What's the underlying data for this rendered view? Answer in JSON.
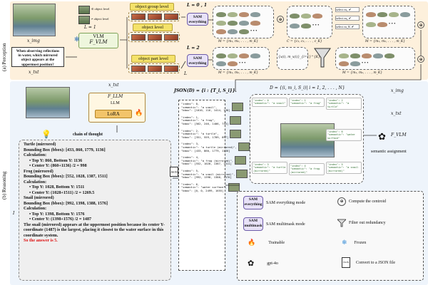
{
  "perception": {
    "side_label": "(a) Perception",
    "x_img": "x_img",
    "x_txt": "x_txt",
    "question": "When observing reflections in water, which mirrored object appears at the uppermost position?",
    "object_level_1": "∈ object level",
    "object_level_2": "≠ object level",
    "l_eq_1": "L = 1",
    "vlm_label": "VLM",
    "f_vlm": "F_VLM",
    "object_group_level": "object group level",
    "object_level": "object level",
    "object_part_level": "object part level",
    "L_axis": "L",
    "l_eq_01": "L = 0 , 1",
    "l_eq_2": "L = 2",
    "sam_everything": "SAM everything",
    "m_row1": "M = {m₁, m₂, . . . , m_K}",
    "c_row1": "C = {c₁, c₂, . . . , c_K}",
    "m_row1_right": "M = {m₁, m₂, . . . , m_K}",
    "m_row2": "M = {m₁, m₂, . . . , m_K}",
    "sel_row2": "{x(i), m_x(i)}_{i=1}^{K}",
    "m_row2_right": "M = {m₁, m₂, . . . , m_K}",
    "select_1": "select m₁ ✔",
    "select_2": "select m₂ ✔",
    "select_3": "select m_K ✔"
  },
  "reasoning": {
    "side_label": "(b) Reasoning",
    "x_txt": "x_txt",
    "f_llm": "F_LLM",
    "llm": "LLM",
    "lora": "LoRA",
    "chain_title": "chain of thought",
    "cot_lines": [
      {
        "text": "Turtle (mirrored)",
        "bold": true
      },
      {
        "text": "Bounding Box (bbox): [433, 860, 1779, 1136]",
        "bold": true
      },
      {
        "text": "Calculation:",
        "bold": true
      },
      {
        "text": "• Top Y: 860, Bottom Y: 1136",
        "bold": true
      },
      {
        "text": "• Center Y: (860+1136) /2 = 998",
        "bold": true
      },
      {
        "text": "Frog (mirrored)",
        "bold": true
      },
      {
        "text": "Bounding Box (bbox): [552, 1028, 1387, 1511]",
        "bold": true
      },
      {
        "text": "Calculation:",
        "bold": true
      },
      {
        "text": "• Top Y: 1028, Bottom Y: 1511",
        "bold": true
      },
      {
        "text": "• Center Y: (1028+1511) /2 = 1269.5",
        "bold": true
      },
      {
        "text": "Snail (mirrored)",
        "bold": true
      },
      {
        "text": "Bounding Box (bbox): [992, 1398, 1388, 1576]",
        "bold": true
      },
      {
        "text": "Calculation:",
        "bold": true
      },
      {
        "text": "• Top Y: 1398, Bottom Y: 1576",
        "bold": true
      },
      {
        "text": "• Center Y: (1398+1576) /2 = 1487",
        "bold": true
      },
      {
        "text": "The snail (mirrored) appears at the uppermost position because its center Y-coordinate (1487) is the largest, placing it closest to the water surface in this coordinate system.",
        "bold": true
      },
      {
        "text": "So the answer is 5.",
        "bold": false,
        "red": true
      }
    ],
    "i_label": "I",
    "json_title": "JSON(D) = {i : {T_i, S_i}}.",
    "json_entries": [
      "\"index\": 0,\n\"semantic\": \"a snail\",\n\"bbox\": [1010, 116, 1414, 138]",
      "\"index\": 1,\n\"semantic\": \"a frog\",\n\"bbox\": [562, 246, 1406, 733]",
      "\"index\": 2,\n\"semantic\": \"a turtle\",\n\"bbox\": [351, 559, 1789, 897]",
      "\"index\": 3,\n\"semantic\": \"a turtle (mirrored)\",\n\"bbox\": [433, 860, 1779, 1136]",
      "\"index\": 4,\n\"semantic\": \"a frog (mirrored)\",\n\"bbox\": [552, 1028, 1387, 1511]",
      "\"index\": 5,\n\"semantic\": \"a snail (mirrored)\",\n\"bbox\": [992, 1398, 1388, 1576]",
      "\"index\": 6,\n\"semantic\": \"water surface\",\n\"bbox\": [0, 0, 2499, 1655]"
    ],
    "d_formula": "D = {(i, m_i, S_i)| i = 1, 2, . . . , N}",
    "x_img_right": "x_img",
    "x_txt_right": "x_txt",
    "f_vlm_right": "F_VLM",
    "semantic_assignment": "semantic assignment",
    "scene_tags": [
      "\"index\": 0 \"semantic\": \"a snail\"",
      "\"index\": 1 \"semantic\": \"a frog\"",
      "\"index\": 2 \"semantic\": \"a turtle\"",
      "\"index\": 3 \"semantic\": \"a turtle (mirrored)\"",
      "\"index\": 4 \"semantic\": \"a frog (mirrored)\"",
      "\"index\": 5 \"semantic\": \"a snail (mirrored)\"",
      "\"index\": 6 \"semantic\": \"water surface\""
    ]
  },
  "legend": {
    "sam_everything_label": "SAM everything mode",
    "sam_everything_btn": "SAM everything",
    "sam_multimask_label": "SAM multimask mode",
    "sam_multimask_btn": "SAM multimask",
    "trainable": "Trainable",
    "gpt4o": "gpt-4o",
    "centroid": "Compute the centroid",
    "filter": "Filter out redundancy",
    "frozen": "Frozen",
    "json": "Convert to a JSON file",
    "json_icon_text": "JSON"
  },
  "colors": {
    "perception_band": "#fdf0dc",
    "reasoning_band": "#eef4fb",
    "sam_button": "#e8e2f8",
    "lora": "#f2c46a",
    "answer_red": "#dd1111"
  }
}
